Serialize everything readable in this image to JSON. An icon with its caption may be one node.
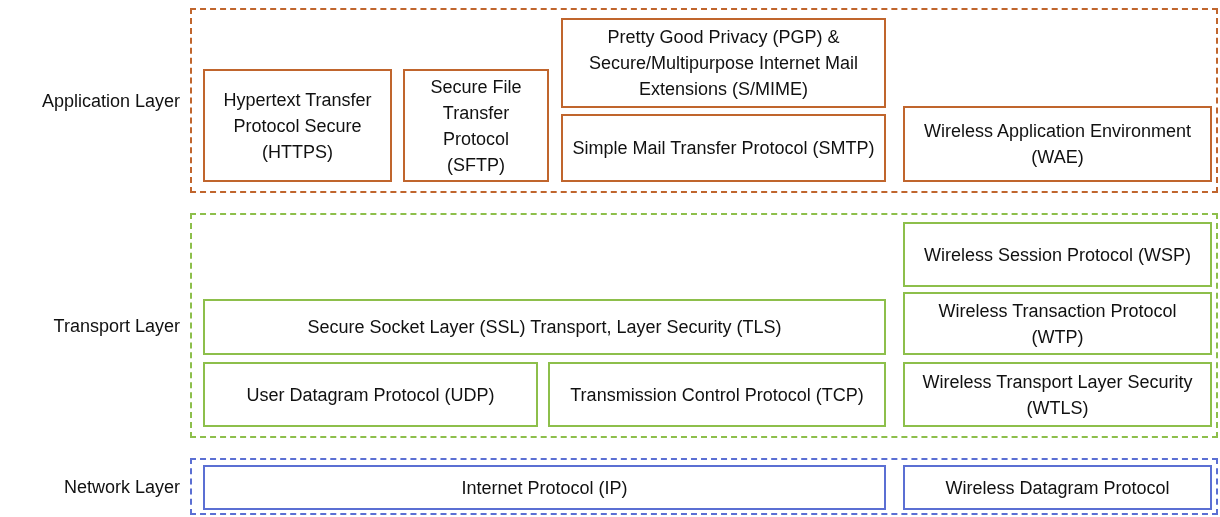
{
  "diagram": {
    "nodes": [
      {
        "text": [
          "Application Layer"
        ]
      },
      {
        "text": [
          "Hypertext Transfer Protocol Secure (HTTPS)"
        ],
        "in": 0
      },
      {
        "text": [
          "Secure File Transfer Protocol (SFTP)"
        ],
        "in": 0
      },
      {
        "text": [
          "Pretty Good Privacy (PGP) & Secure/Multipurpose Internet Mail Extensions (S/MIME)"
        ],
        "in": 0
      },
      {
        "text": [
          "Simple Mail Transfer Protocol (SMTP)"
        ],
        "in": 0
      },
      {
        "text": [
          "Wireless Application Environment (WAE)"
        ],
        "in": 0
      },
      {
        "text": [
          "Transport Layer"
        ]
      },
      {
        "text": [
          "Wireless Session Protocol (WSP)"
        ],
        "in": 6
      },
      {
        "text": [
          "Secure Socket Layer (SSL) Transport, Layer Security (TLS)"
        ],
        "in": 6
      },
      {
        "text": [
          "Wireless Transaction Protocol (WTP)"
        ],
        "in": 6
      },
      {
        "text": [
          "User Datagram Protocol (UDP)"
        ],
        "in": 6
      },
      {
        "text": [
          "Transmission Control Protocol (TCP)"
        ],
        "in": 6
      },
      {
        "text": [
          "Wireless Transport Layer Security (WTLS)"
        ],
        "in": 6
      },
      {
        "text": [
          "Network Layer"
        ]
      },
      {
        "text": [
          "Internet Protocol (IP)"
        ],
        "in": 13
      },
      {
        "text": [
          "Wireless Datagram Protocol"
        ],
        "in": 13
      }
    ]
  }
}
